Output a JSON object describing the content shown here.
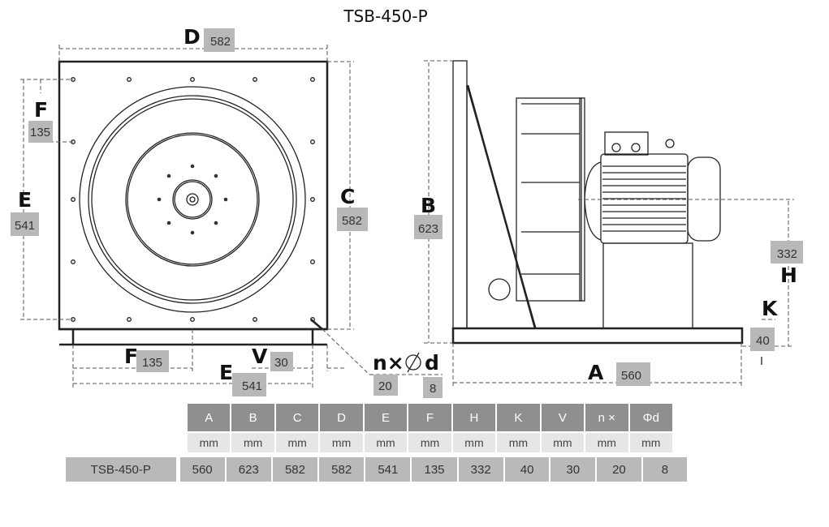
{
  "title": "TSB-450-P",
  "dimensions": {
    "A": {
      "label": "A",
      "value": "560"
    },
    "B": {
      "label": "B",
      "value": "623"
    },
    "C": {
      "label": "C",
      "value": "582"
    },
    "D": {
      "label": "D",
      "value": "582"
    },
    "E_left": {
      "label": "E",
      "value": "541"
    },
    "E_bottom": {
      "label": "E",
      "value": "541"
    },
    "F_left": {
      "label": "F",
      "value": "135"
    },
    "F_bottom": {
      "label": "F",
      "value": "135"
    },
    "H": {
      "label": "H",
      "value": "332"
    },
    "K": {
      "label": "K",
      "value": "40"
    },
    "V": {
      "label": "V",
      "value": "30"
    },
    "n": {
      "label": "n×",
      "value": "20"
    },
    "d": {
      "label": "d",
      "value": "8"
    }
  },
  "table": {
    "headers": [
      "A",
      "B",
      "C",
      "D",
      "E",
      "F",
      "H",
      "K",
      "V",
      "n ×",
      "Φd"
    ],
    "units": [
      "mm",
      "mm",
      "mm",
      "mm",
      "mm",
      "mm",
      "mm",
      "mm",
      "mm",
      "mm",
      "mm"
    ],
    "rows": [
      {
        "model": "TSB-450-P",
        "values": [
          "560",
          "623",
          "582",
          "582",
          "541",
          "135",
          "332",
          "40",
          "30",
          "20",
          "8"
        ]
      }
    ]
  }
}
